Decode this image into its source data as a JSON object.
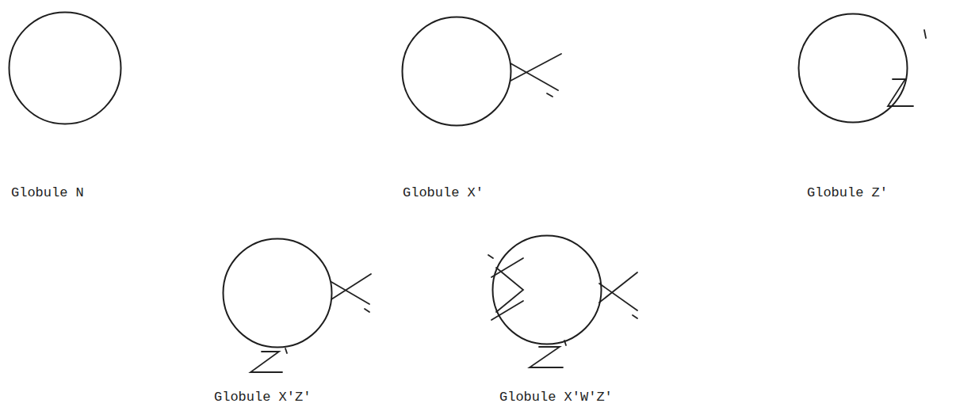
{
  "diagram": {
    "nodes": [
      {
        "text": [
          "Globule N"
        ]
      },
      {
        "text": [
          "Globule X'"
        ]
      },
      {
        "text": [
          "Globule Z'"
        ]
      },
      {
        "text": [
          "Globule X'Z'"
        ]
      },
      {
        "text": [
          "Globule X'W'Z'"
        ]
      }
    ]
  }
}
